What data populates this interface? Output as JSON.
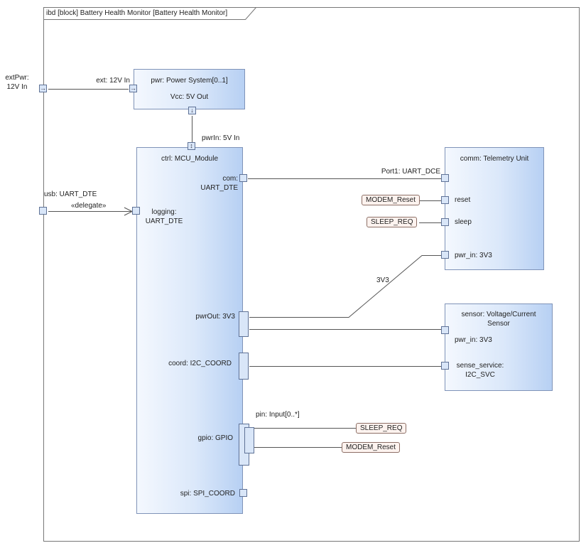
{
  "frame": {
    "title": "ibd [block] Battery Health Monitor [Battery Health Monitor]"
  },
  "boundary_ports": {
    "ext_pwr": {
      "name": "extPwr:",
      "type": "12V In"
    },
    "usb": {
      "label": "usb: UART_DTE"
    }
  },
  "power_system": {
    "title": "pwr: Power System[0..1]",
    "port_ext": "ext: 12V In",
    "port_vcc": "Vcc: 5V Out"
  },
  "mcu": {
    "title": "ctrl: MCU_Module",
    "pwr_in": "pwrIn: 5V In",
    "com": [
      "com:",
      "UART_DTE"
    ],
    "logging": [
      "logging:",
      "UART_DTE"
    ],
    "pwr_out": "pwrOut: 3V3",
    "coord": "coord: I2C_COORD",
    "gpio": "gpio: GPIO",
    "pin": "pin: Input[0..*]",
    "spi": "spi: SPI_COORD"
  },
  "telemetry": {
    "title": "comm: Telemetry Unit",
    "port1": "Port1: UART_DCE",
    "reset": "reset",
    "sleep": "sleep",
    "pwr_in": "pwr_in: 3V3"
  },
  "sensor": {
    "title": [
      "sensor: Voltage/Current",
      "Sensor"
    ],
    "pwr_in": "pwr_in: 3V3",
    "sense": [
      "sense_service:",
      "I2C_SVC"
    ]
  },
  "connectors": {
    "delegate": "«delegate»",
    "rail_3v3": "3V3"
  },
  "signals": {
    "modem_reset": "MODEM_Reset",
    "sleep_req": "SLEEP_REQ"
  },
  "icons": [
    "arrow-right-icon",
    "arrow-down-icon",
    "bidirectional-arrow-icon"
  ]
}
